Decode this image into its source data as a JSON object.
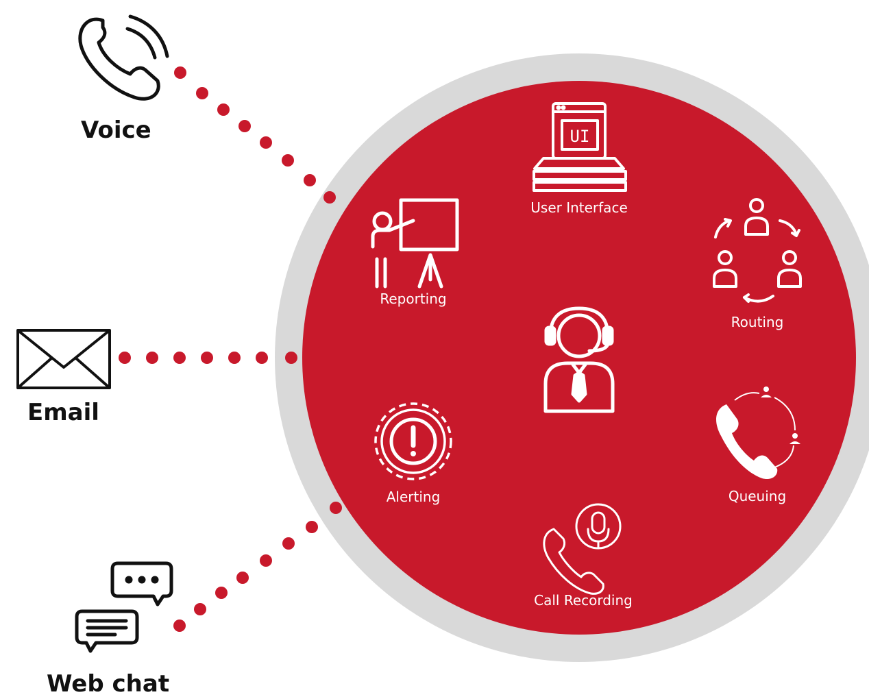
{
  "colors": {
    "hub": "#c8192b",
    "ring": "#d9d9d9",
    "dot": "#c8192b",
    "ink": "#111111",
    "white": "#ffffff"
  },
  "channels": [
    {
      "label": "Voice",
      "icon": "phone-icon"
    },
    {
      "label": "Email",
      "icon": "envelope-icon"
    },
    {
      "label": "Web chat",
      "icon": "chat-bubbles-icon"
    }
  ],
  "hub": {
    "center_icon": "agent-headset-icon",
    "features": [
      {
        "label": "User Interface",
        "icon": "ui-window-icon"
      },
      {
        "label": "Reporting",
        "icon": "presentation-icon"
      },
      {
        "label": "Routing",
        "icon": "routing-people-icon"
      },
      {
        "label": "Alerting",
        "icon": "alert-gear-icon"
      },
      {
        "label": "Queuing",
        "icon": "queue-phone-icon"
      },
      {
        "label": "Call Recording",
        "icon": "call-recording-icon"
      }
    ]
  }
}
